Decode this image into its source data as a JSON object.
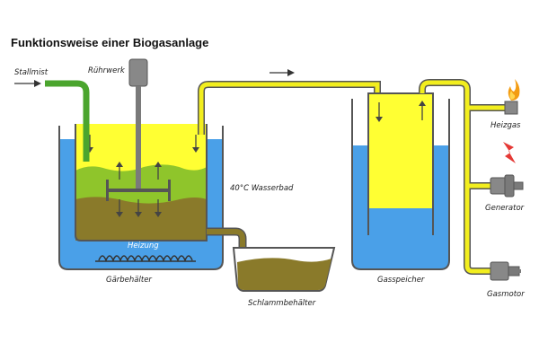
{
  "title": "Funktionsweise einer Biogasanlage",
  "labels": {
    "stallmist": "Stallmist",
    "ruehrwerk": "Rührwerk",
    "wasserbad": "40°C Wasserbad",
    "heizung": "Heizung",
    "gaerbehaelter": "Gärbehälter",
    "schlammbehaelter": "Schlammbehälter",
    "gasspeicher": "Gasspeicher",
    "heizgas": "Heizgas",
    "generator": "Generator",
    "gasmotor": "Gasmotor"
  },
  "colors": {
    "gas": "#ffff33",
    "gas_pipe": "#f2ee1e",
    "water": "#4aa0e8",
    "substrate_green": "#8fc52b",
    "sludge": "#8a7a2a",
    "manure_pipe": "#4ba52e",
    "wall": "#555555",
    "machine": "#7a7a7a",
    "flame": "#f39c12",
    "lightning": "#e53935"
  }
}
